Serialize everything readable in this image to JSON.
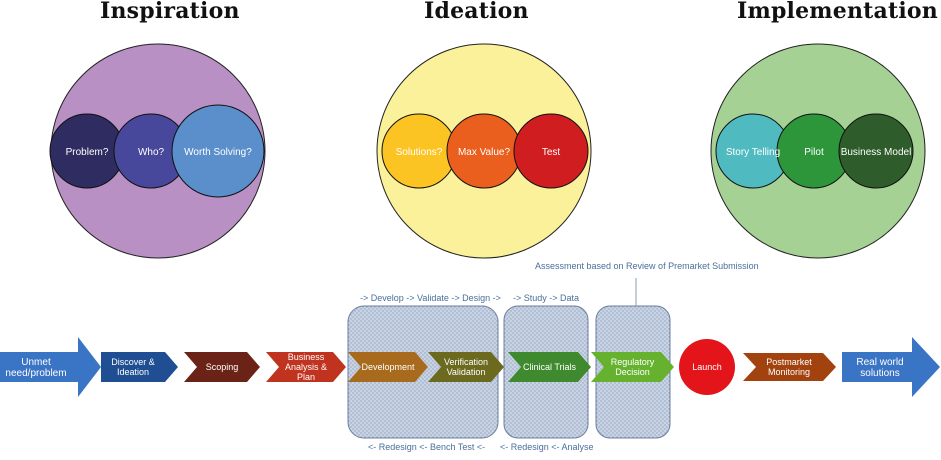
{
  "titles": {
    "inspiration": "Inspiration",
    "ideation": "Ideation",
    "implementation": "Implementation"
  },
  "venn": {
    "inspiration": {
      "background": "#b890c4",
      "circles": [
        {
          "label": "Problem?",
          "color": "#2f2c62"
        },
        {
          "label": "Who?",
          "color": "#47479c"
        },
        {
          "label": "Worth Solving?",
          "color": "#5a8fcb"
        }
      ]
    },
    "ideation": {
      "background": "#faf19a",
      "circles": [
        {
          "label": "Solutions?",
          "color": "#fbc423"
        },
        {
          "label": "Max Value?",
          "color": "#ea5e1e"
        },
        {
          "label": "Test",
          "color": "#cf1d20"
        }
      ]
    },
    "implementation": {
      "background": "#a6d195",
      "circles": [
        {
          "label": "Story Telling",
          "color": "#4fbac0"
        },
        {
          "label": "Pilot",
          "color": "#2e963a"
        },
        {
          "label": "Business Model",
          "color": "#2e5c2a"
        }
      ]
    }
  },
  "notes": {
    "assessment": "Assessment based on Review of Premarket Submission",
    "dev_loop_top": "-> Develop -> Validate -> Design ->",
    "dev_loop_bottom": "<- Redesign <- Bench Test <-",
    "trial_loop_top": "-> Study -> Data",
    "trial_loop_bottom": "<- Redesign <- Analyse"
  },
  "process": {
    "start": {
      "lines": [
        "Unmet",
        "need/problem"
      ],
      "color": "#3a74c4"
    },
    "steps": [
      {
        "name": "discover",
        "lines": [
          "Discover &",
          "Ideation"
        ],
        "color": "#1f4e92"
      },
      {
        "name": "scoping",
        "lines": [
          "Scoping"
        ],
        "color": "#6b2318"
      },
      {
        "name": "business",
        "lines": [
          "Business",
          "Analysis &",
          "Plan"
        ],
        "color": "#c0341f"
      },
      {
        "name": "development",
        "lines": [
          "Development"
        ],
        "color": "#a86a1d"
      },
      {
        "name": "verification",
        "lines": [
          "Verification",
          "Validation"
        ],
        "color": "#6b6a1f"
      },
      {
        "name": "clinical",
        "lines": [
          "Clinical Trials"
        ],
        "color": "#3f8a2e"
      },
      {
        "name": "regulatory",
        "lines": [
          "Regulatory",
          "Decision"
        ],
        "color": "#66b22e"
      }
    ],
    "launch": {
      "label": "Launch",
      "color": "#e4141b"
    },
    "postmarket": {
      "lines": [
        "Postmarket",
        "Monitoring"
      ],
      "color": "#a2420f"
    },
    "end": {
      "lines": [
        "Real world",
        "solutions"
      ],
      "color": "#3a74c4"
    }
  }
}
